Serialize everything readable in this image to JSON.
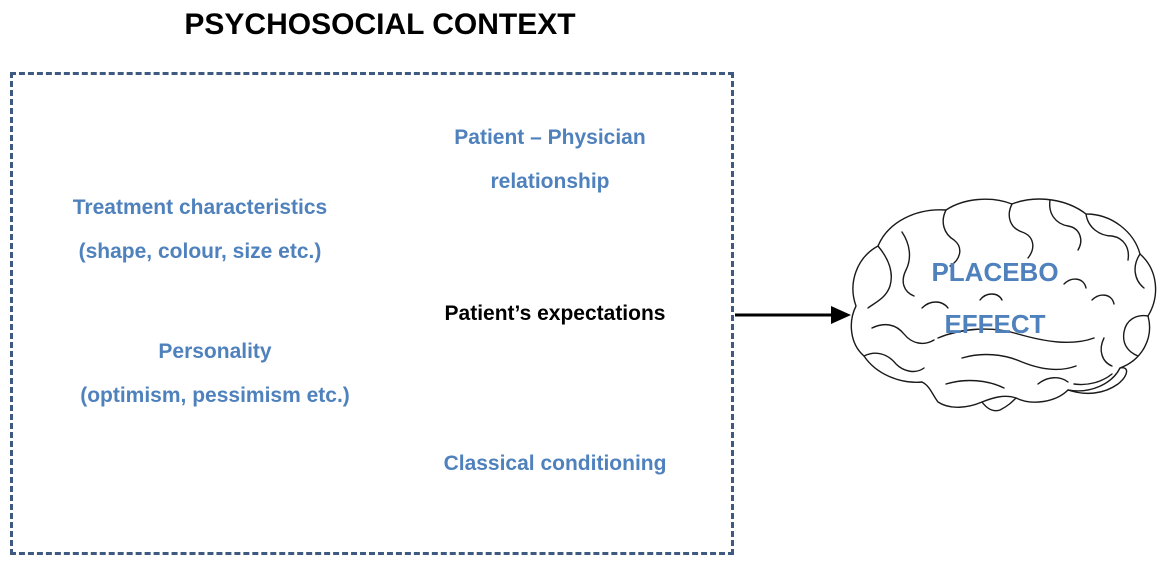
{
  "diagram": {
    "title": "PSYCHOSOCIAL CONTEXT",
    "factors": {
      "physician": [
        "Patient – Physician",
        "relationship"
      ],
      "treatment": [
        "Treatment characteristics",
        "(shape, colour, size etc.)"
      ],
      "expectations": "Patient’s expectations",
      "personality": [
        "Personality",
        "(optimism, pessimism etc.)"
      ],
      "classical": "Classical conditioning"
    },
    "outcome": [
      "PLACEBO",
      "EFFECT"
    ]
  },
  "colors": {
    "factor_text": "#4f81bd",
    "box_border": "#3e5a80",
    "arrow": "#000000"
  },
  "icons": {
    "brain": "brain-icon",
    "arrow": "arrow-right-icon"
  }
}
